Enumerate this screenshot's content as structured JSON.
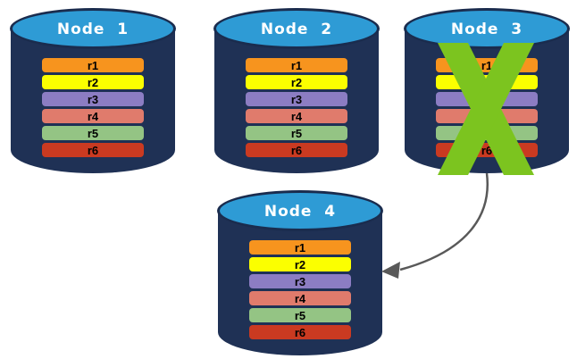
{
  "diagram": {
    "description": "Database replication failover diagram: four database nodes holding records r1-r6; Node 3 is failed (crossed out) and an arrow points to replacement Node 4"
  },
  "colors": {
    "cylinder_body": "#1F3155",
    "cylinder_top": "#2E9BD5",
    "cylinder_outline": "#1A2C4E",
    "record_r1": "#F7941E",
    "record_r2": "#FBFF00",
    "record_r3": "#8C7DC3",
    "record_r4": "#E07B6C",
    "record_r5": "#94C484",
    "record_r6": "#CA3A21",
    "failure_cross": "#7CC41F",
    "arrow": "#595959",
    "title_text": "#FFFFFF",
    "record_text": "#000000"
  },
  "nodes": [
    {
      "title": "Node  1",
      "crossed_out": false,
      "records": [
        {
          "label": "r1"
        },
        {
          "label": "r2"
        },
        {
          "label": "r3"
        },
        {
          "label": "r4"
        },
        {
          "label": "r5"
        },
        {
          "label": "r6"
        }
      ]
    },
    {
      "title": "Node  2",
      "crossed_out": false,
      "records": [
        {
          "label": "r1"
        },
        {
          "label": "r2"
        },
        {
          "label": "r3"
        },
        {
          "label": "r4"
        },
        {
          "label": "r5"
        },
        {
          "label": "r6"
        }
      ]
    },
    {
      "title": "Node  3",
      "crossed_out": true,
      "records": [
        {
          "label": "r1"
        },
        {
          "label": "r2"
        },
        {
          "label": "r3"
        },
        {
          "label": "r4"
        },
        {
          "label": "r5"
        },
        {
          "label": "r6"
        }
      ]
    },
    {
      "title": "Node  4",
      "crossed_out": false,
      "records": [
        {
          "label": "r1"
        },
        {
          "label": "r2"
        },
        {
          "label": "r3"
        },
        {
          "label": "r4"
        },
        {
          "label": "r5"
        },
        {
          "label": "r6"
        }
      ]
    }
  ],
  "arrow": {
    "from": "Node 3",
    "to": "Node 4"
  }
}
